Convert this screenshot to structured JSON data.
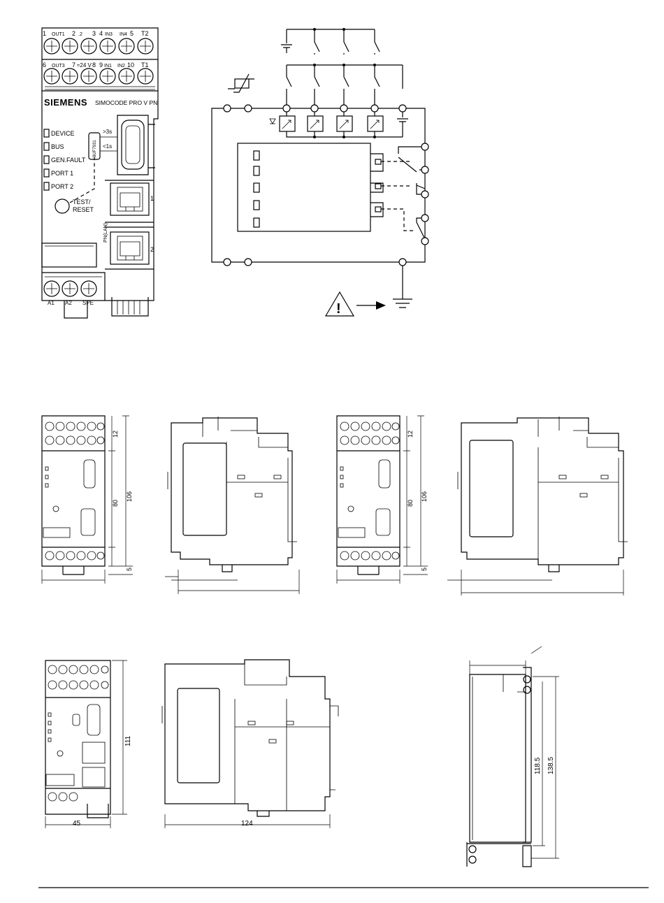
{
  "device": {
    "brand": "SIEMENS",
    "model": "SIMOCODE PRO V PN",
    "terminals_top": [
      "1",
      "OUT1",
      "2",
      ".2",
      "3",
      "4",
      "IN3",
      "IN4",
      "5",
      "T2"
    ],
    "terminals_second": [
      "6",
      "OUT3",
      "7",
      "≈24 V",
      "8",
      "9",
      "IN1",
      "IN2",
      "10",
      "T1"
    ],
    "terminals_bottom": [
      "A1",
      "A2",
      "SPE"
    ],
    "leds": [
      "DEVICE",
      "BUS",
      "GEN.FAULT",
      "PORT 1",
      "PORT 2"
    ],
    "button": [
      "TEST/",
      "RESET"
    ],
    "module_label": "3UF7931",
    "time_long": ">3s",
    "time_short": "<1s",
    "lan_label": "PN(LAN)",
    "port_numbers": [
      "1",
      "2"
    ]
  },
  "dimensions": {
    "row1_left": {
      "h12": "12",
      "h80": "80",
      "h106": "106",
      "h5": "5"
    },
    "row1_right": {
      "h12": "12",
      "h80": "80",
      "h106": "106",
      "h5": "5"
    },
    "row3": {
      "height": "111",
      "width": "45",
      "depth": "124",
      "h118": "118.5",
      "h138": "138.5"
    }
  }
}
